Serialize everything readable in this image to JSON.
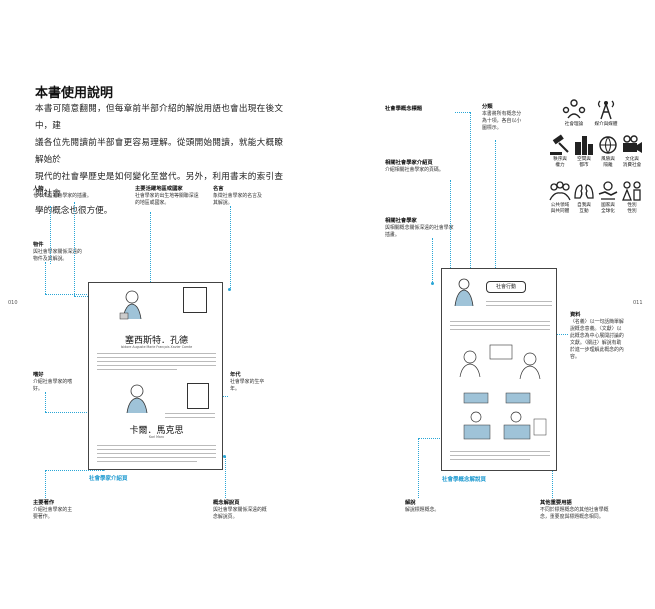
{
  "page": {
    "title": "本書使用說明",
    "intro_lines": [
      "本書可隨意翻閱，但每章前半部介紹的解說用語也會出現在後文中，建",
      "議各位先閱讀前半部會更容易理解。從頭開始閱讀，就能大概瞭解始於",
      "現代的社會學歷史是如何變化至當代。另外，利用書末的索引查閱社會",
      "學的概念也很方便。"
    ],
    "page_left": "010",
    "page_right": "011"
  },
  "left_labels": {
    "person": {
      "head": "人物",
      "body": "七十六位社會學家的插畫。"
    },
    "active": {
      "head": "主要活躍地區或國家",
      "body": "社會學家的出生地等關聯深遠的地區或國家。"
    },
    "name": {
      "head": "名言",
      "body": "象徵社會學家的名言及其解說。"
    },
    "object": {
      "head": "物件",
      "body": "與社會學家關係深遠的物件及其解說。"
    },
    "hobby": {
      "head": "嗜好",
      "body": "介紹社會學家的嗜好。"
    },
    "years": {
      "head": "年代",
      "body": "社會學家的生卒年。"
    },
    "works": {
      "head": "主要著作",
      "body": "介紹社會學家的主要著作。"
    },
    "concept_link": {
      "head": "概念解說頁",
      "body": "與社會學家關係深遠的概念解說頁。"
    },
    "caption": "社會學家介紹頁"
  },
  "left_spread": {
    "names": [
      {
        "main": "塞西斯特．孔德",
        "sub": "Isidore Auguste Marie François Xavier Comte"
      },
      {
        "main": "卡爾．馬克思",
        "sub": "Karl Marx"
      }
    ]
  },
  "right_labels": {
    "tag": {
      "head": "社會學概念標題"
    },
    "related": {
      "head": "相關社會學家介紹頁",
      "body": "介紹相關社會學家的頁碼。"
    },
    "concept": {
      "head": "相關社會學家",
      "body": "與相關概念關係深遠的社會學家插畫。"
    },
    "classify": {
      "head": "分類",
      "body": "本書將所有概念分為十項，各自以小圖標示。"
    },
    "material": {
      "head": "資料",
      "body": "〈名義〉以一句話簡單解說概念意義。〈文獻〉以此概念為中心展開討論的文獻。〈關註〉解說有助於進一步理解此概念的內容。"
    },
    "note": {
      "head": "解說",
      "body": "解說標題概念。"
    },
    "other": {
      "head": "其他重要用語",
      "body": "不同於標題概念的其他社會學概念，重要度與標題概念相同。"
    },
    "caption": "社會學概念解說頁",
    "social_action": "社會行動"
  },
  "categories": [
    {
      "label": "社會理論",
      "icon": "people-network-icon"
    },
    {
      "label": "媒介與媒體",
      "icon": "broadcast-tower-icon"
    },
    {
      "label": "秩序與權力",
      "icon": "gavel-icon"
    },
    {
      "label": "空間與都市",
      "icon": "city-buildings-icon"
    },
    {
      "label": "風險與隔離",
      "icon": "globe-icon"
    },
    {
      "label": "文化與消費社會",
      "icon": "camera-icon"
    },
    {
      "label": "公共領域與共同體",
      "icon": "group-meeting-icon"
    },
    {
      "label": "自我與互動",
      "icon": "face-profiles-icon"
    },
    {
      "label": "國家與全球化",
      "icon": "handshake-icon"
    },
    {
      "label": "性別性別",
      "icon": "gender-figures-icon"
    }
  ],
  "categories_display": [
    [
      "社會理論",
      ""
    ],
    [
      "媒介與媒體",
      ""
    ],
    [
      "秩序與",
      "權力"
    ],
    [
      "空間與",
      "都市"
    ],
    [
      "風險與",
      "隔離"
    ],
    [
      "文化與",
      "消費社會"
    ],
    [
      "公共領域",
      "與共同體"
    ],
    [
      "自我與",
      "互動"
    ],
    [
      "國家與",
      "全球化"
    ],
    [
      "性別",
      "性別"
    ]
  ],
  "colors": {
    "accent": "#2aa6d6",
    "caption": "#1e9ad0"
  }
}
